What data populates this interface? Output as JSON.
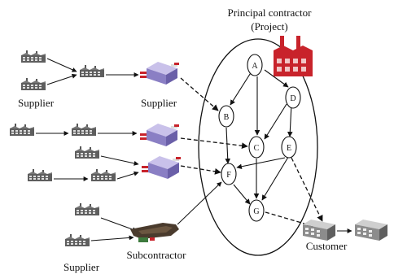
{
  "title_line1": "Principal contractor",
  "title_line2": "(Project)",
  "labels": {
    "supplier_left": "Supplier",
    "supplier_mid": "Supplier",
    "supplier_bottom": "Supplier",
    "subcontractor": "Subcontractor",
    "customer": "Customer"
  },
  "nodes": [
    "A",
    "B",
    "C",
    "D",
    "E",
    "F",
    "G"
  ],
  "colors": {
    "line": "#111111",
    "module_purple": "#8a7fc4",
    "factory_red": "#c8232b",
    "factory_gray": "#6e6e6e"
  }
}
